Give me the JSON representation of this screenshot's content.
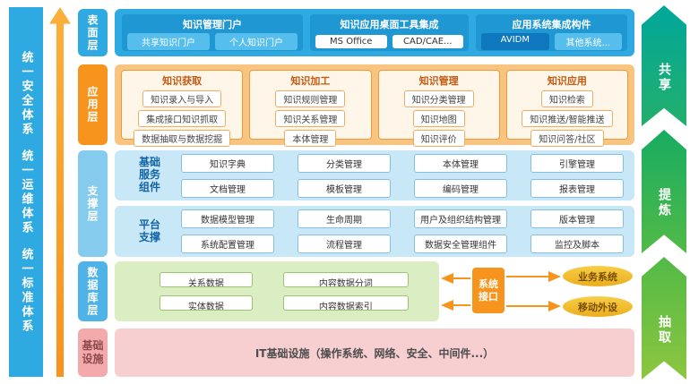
{
  "left_bar": {
    "items": [
      "统一安全体系",
      "统一运维体系",
      "统一标准体系"
    ]
  },
  "surface": {
    "label": "表面层",
    "groups": [
      {
        "title": "知识管理门户",
        "items": [
          "共享知识门户",
          "个人知识门户"
        ]
      },
      {
        "title": "知识应用桌面工具集成",
        "items": [
          "MS Office",
          "CAD/CAE..."
        ]
      },
      {
        "title": "应用系统集成构件",
        "items": [
          "AVIDM",
          "其他系统..."
        ]
      }
    ]
  },
  "application": {
    "label": "应用层",
    "boxes": [
      {
        "title": "知识获取",
        "items": [
          "知识录入与导入",
          "集成接口知识抓取",
          "数据抽取与数据挖掘"
        ]
      },
      {
        "title": "知识加工",
        "items": [
          "知识规则管理",
          "知识关系管理",
          "本体管理"
        ]
      },
      {
        "title": "知识管理",
        "items": [
          "知识分类管理",
          "知识地图",
          "知识评价"
        ]
      },
      {
        "title": "知识应用",
        "items": [
          "知识检索",
          "知识推送/智能推送",
          "知识问答/社区"
        ]
      }
    ]
  },
  "support": {
    "label": "支撑层",
    "sections": [
      {
        "title": "基础\n服务\n组件",
        "items": [
          "知识字典",
          "分类管理",
          "本体管理",
          "引擎管理",
          "文档管理",
          "模板管理",
          "编码管理",
          "报表管理"
        ]
      },
      {
        "title": "平台\n支撑",
        "items": [
          "数据模型管理",
          "生命周期",
          "用户及组织结构管理",
          "版本管理",
          "系统配置管理",
          "流程管理",
          "数据安全管理组件",
          "监控及脚本"
        ]
      }
    ]
  },
  "database": {
    "label": "数据库层",
    "items": [
      "关系数据",
      "内容数据分词",
      "实体数据",
      "内容数据索引"
    ],
    "interface_label": "系统\n接口",
    "externals": [
      "业务系统",
      "移动外设"
    ]
  },
  "infrastructure": {
    "label": "基础\n设施",
    "text": "IT基础设施（操作系统、网络、安全、中间件...）"
  },
  "right_arrows": {
    "items": [
      "共享",
      "提炼",
      "抽取"
    ]
  },
  "colors": {
    "blue": "#2EA9E1",
    "orange": "#F7941D",
    "light_blue": "#C8E8F8",
    "green": "#DBEDC3",
    "pink": "#F8CFD0",
    "gold": "#EBAE1E",
    "arrow_green": "#23AF6B"
  }
}
